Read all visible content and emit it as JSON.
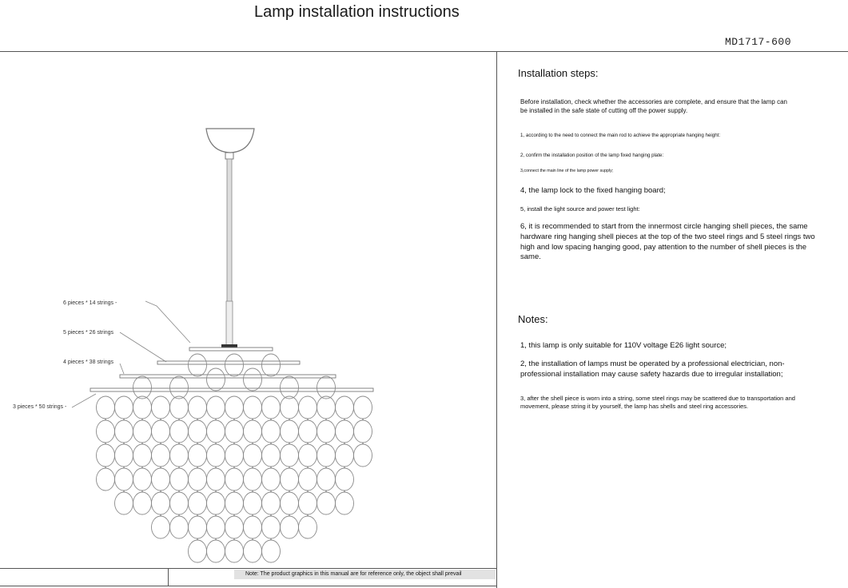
{
  "title": "Lamp installation instructions",
  "model": "MD1717-600",
  "labels": {
    "l1": "6 pieces * 14 strings -",
    "l2": "5 pieces * 26 strings",
    "l3": "4 pieces * 38 strings",
    "l4": "3 pieces * 50 strings -"
  },
  "footer_note": "Note: The product graphics in this manual are for reference only, the object shall prevail",
  "steps_heading": "Installation steps:",
  "intro": "Before installation, check whether the accessories are complete, and ensure that the lamp can be installed in the safe state of cutting off the power supply.",
  "steps": [
    "1, according to the need to connect the main rod to achieve the appropriate hanging height:",
    "2, confirm the installation position of the lamp fixed hanging plate:",
    "3,connect the main line of the lamp power supply;",
    "4, the lamp lock to the fixed hanging board;",
    "5, install the light source and power test light:",
    "6, it is recommended to start from the innermost circle hanging shell pieces, the same hardware ring hanging shell pieces at the top of the two steel rings and 5 steel rings two high and low spacing hanging good, pay attention to the number of shell pieces is the same."
  ],
  "notes_heading": "Notes:",
  "notes": [
    "1, this lamp is only suitable for 110V voltage E26 light source;",
    "2, the installation of lamps must be operated by a professional electrician, non-professional installation may cause safety hazards due to irregular installation;",
    "3, after the shell piece is worn into a string, some steel rings may be scattered due to transportation and movement, please string it by yourself, the lamp has shells and steel ring accessories."
  ]
}
